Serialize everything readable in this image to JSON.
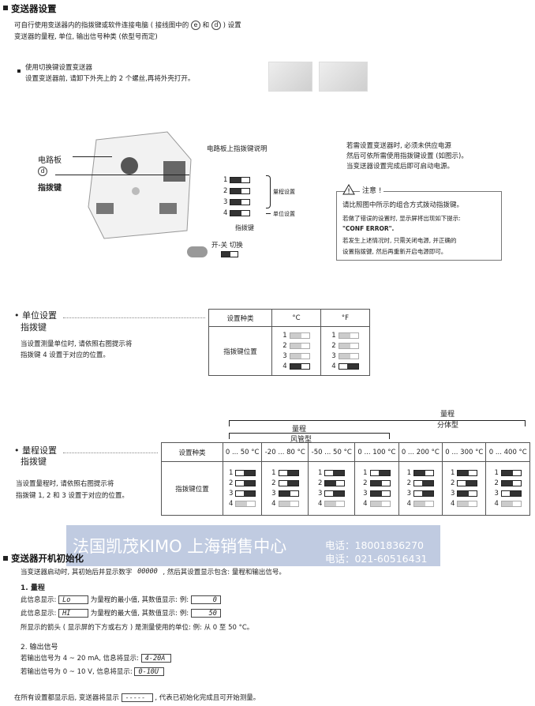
{
  "sec1": {
    "title": "变送器设置",
    "p1a": "可自行使用变送器内的指拨键或软件连接电脑 ( 接线图中的",
    "c1": "e",
    "p1b": "和",
    "c2": "d",
    "p1c": ") 设置",
    "p2": "变送器的量程, 单位, 输出信号种类 (依型号而定)",
    "bullet": "使用切换键设置变送器",
    "bullet_sub": "设置变送器前, 请卸下外壳上的 2 个螺丝,再将外壳打开。"
  },
  "diagram": {
    "label_board": "电路板",
    "label_d": "d",
    "label_dip": "指拨键",
    "dip_title": "电路板上指拨键说明",
    "range_setting": "量程设置",
    "unit_setting": "单位设置",
    "dip_caption": "指拨键",
    "onoff": "开-关 切换",
    "nums": [
      "1",
      "2",
      "3",
      "4"
    ]
  },
  "notice": {
    "l1": "若需设置变送器时, 必须未供应电源",
    "l2": "然后可依所需使用指拨键设置 (如图示)。",
    "l3": "当变送器设置完成后即可启动电源。",
    "caution": "注意 !",
    "b1": "请比照图中所示的组合方式拨动指拨键。",
    "b2": "若做了错误的设置时, 显示屏将出现如下提示:",
    "b3": "\"CONF ERROR\".",
    "b4": "若发生上述情况时, 只需关闭电源, 并正确的",
    "b5": "设置指拨键, 然后再重新开启电源即可。"
  },
  "unit": {
    "title1": "• 单位设置",
    "title2": "指拨键",
    "desc1": "当设置测量单位时, 请依照右图提示将",
    "desc2": "指拨键 4 设置于对应的位置。",
    "h_type": "设置种类",
    "h_c": "°C",
    "h_f": "°F",
    "row": "指拨键位置"
  },
  "range": {
    "top_label": "量程",
    "split": "分体型",
    "range_label": "量程",
    "duct": "风管型",
    "title1": "• 量程设置",
    "title2": "指拨键",
    "desc1": "当设置量程时, 请依照右图提示将",
    "desc2": "指拨键 1, 2 和 3 设置于对应的位置。",
    "h_type": "设置种类",
    "row": "指拨键位置",
    "cols": [
      "0 ... 50 °C",
      "-20 ... 80 °C",
      "-50 ... 50 °C",
      "0 ... 100 °C",
      "0 ... 200 °C",
      "0 ... 300 °C",
      "0 ... 400 °C"
    ]
  },
  "watermark": {
    "text": "法国凯茂KIMO 上海销售中心",
    "phone1": "电话：18001836270",
    "phone2": "电话：021-60516431"
  },
  "init": {
    "title": "变送器开机初始化",
    "p1a": "当变送器启动时, 其初始后并显示数字",
    "lcd0": "00000",
    "p1b": ", 然后其设置显示包含: 量程和输出信号。",
    "s1": "1. 量程",
    "lo_a": "此信息显示:",
    "lo_lcd": "Lo",
    "lo_b": "为量程的最小值, 其数值显示: 例:",
    "lo_val": "0",
    "hi_a": "此信息显示:",
    "hi_lcd": "HI",
    "hi_b": "为量程的最大值, 其数值显示: 例:",
    "hi_val": "50",
    "arrow": "所显示的箭头 ( 显示屏的下方或右方 ) 是测量使用的单位: 例: 从 0 至 50 °C。",
    "s2": "2. 输出信号",
    "o1": "若输出信号为 4 ~ 20 mA, 信息将显示:",
    "o1_lcd": "4-20A",
    "o2": "若输出信号为 0 ~ 10 V, 信息将显示:",
    "o2_lcd": "0-10U",
    "last_a": "在所有设置都显示后, 变送器将显示",
    "last_lcd": "-----",
    "last_b": ", 代表已初始化完成且可开始测量。"
  }
}
